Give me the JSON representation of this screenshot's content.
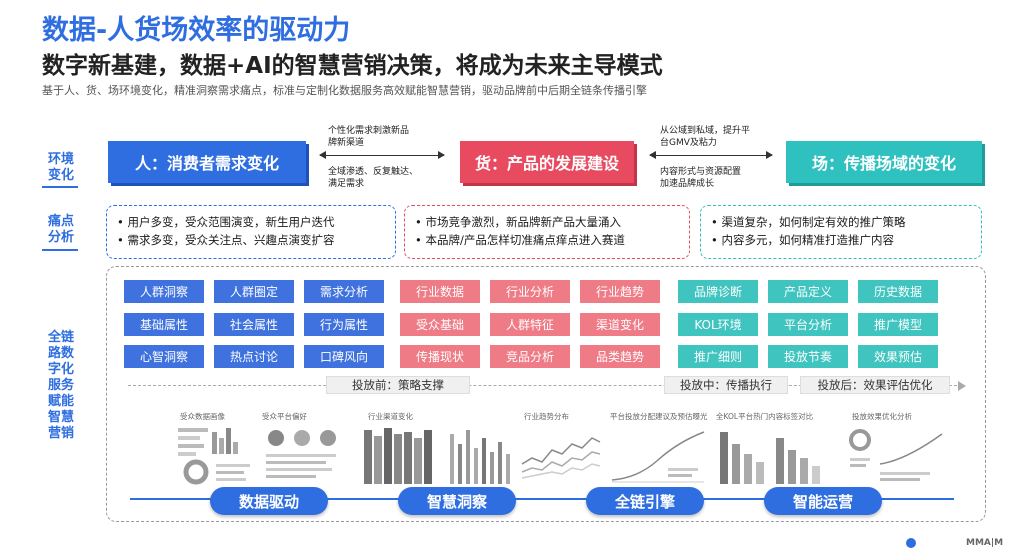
{
  "title": "数据-人货场效率的驱动力",
  "subtitle": "数字新基建，数据+AI的智慧营销决策，将成为未来主导模式",
  "description": "基于人、货、场环境变化，精准洞察需求痛点，标准与定制化数据服务高效赋能智慧营销，驱动品牌前中后期全链条传播引擎",
  "row_labels": {
    "environment": "环境\n变化",
    "pain": "痛点\n分析",
    "service": "全链\n路数\n字化\n服务\n赋能\n智慧\n营销"
  },
  "heads": {
    "people": "人：消费者需求变化",
    "goods": "货：产品的发展建设",
    "place": "场：传播场域的变化"
  },
  "arrow_texts": {
    "left_top": "个性化需求刺激新品\n牌新渠道",
    "left_bottom": "全域渗透、反复触达、\n满足需求",
    "right_top": "从公域到私域，提升平\n台GMV及粘力",
    "right_bottom": "内容形式与资源配置\n加速品牌成长"
  },
  "pain_points": {
    "people": [
      "用户多变，受众范围演变，新生用户迭代",
      "需求多变，受众关注点、兴趣点演变扩容"
    ],
    "goods": [
      "市场竞争激烈，新品牌新产品大量涌入",
      "本品牌/产品怎样切准痛点痒点进入赛道"
    ],
    "place": [
      "渠道复杂，如何制定有效的推广策略",
      "内容多元，如何精准打造推广内容"
    ]
  },
  "services": {
    "people": [
      [
        "人群洞察",
        "人群圈定",
        "需求分析"
      ],
      [
        "基础属性",
        "社会属性",
        "行为属性"
      ],
      [
        "心智洞察",
        "热点讨论",
        "口碑风向"
      ]
    ],
    "goods": [
      [
        "行业数据",
        "行业分析",
        "行业趋势"
      ],
      [
        "受众基础",
        "人群特征",
        "渠道变化"
      ],
      [
        "传播现状",
        "竞品分析",
        "品类趋势"
      ]
    ],
    "place": [
      [
        "品牌诊断",
        "产品定义",
        "历史数据"
      ],
      [
        "KOL环境",
        "平台分析",
        "推广模型"
      ],
      [
        "推广细则",
        "投放节奏",
        "效果预估"
      ]
    ]
  },
  "stages": {
    "before": "投放前：策略支撑",
    "during": "投放中：传播执行",
    "after": "投放后：效果评估优化"
  },
  "mini_titles": [
    "受众数据画像",
    "受众平台偏好",
    "行业渠道变化",
    "行业趋势分布",
    "平台投放分配建议及预估曝光",
    "全KOL平台热门内容标签对比",
    "投放效果优化分析"
  ],
  "pillars": [
    "数据驱动",
    "智慧洞察",
    "全链引擎",
    "智能运营"
  ],
  "logo": "MMA|M",
  "colors": {
    "blue": "#2f6ee0",
    "red": "#e84a5f",
    "teal": "#2fc1bf"
  }
}
